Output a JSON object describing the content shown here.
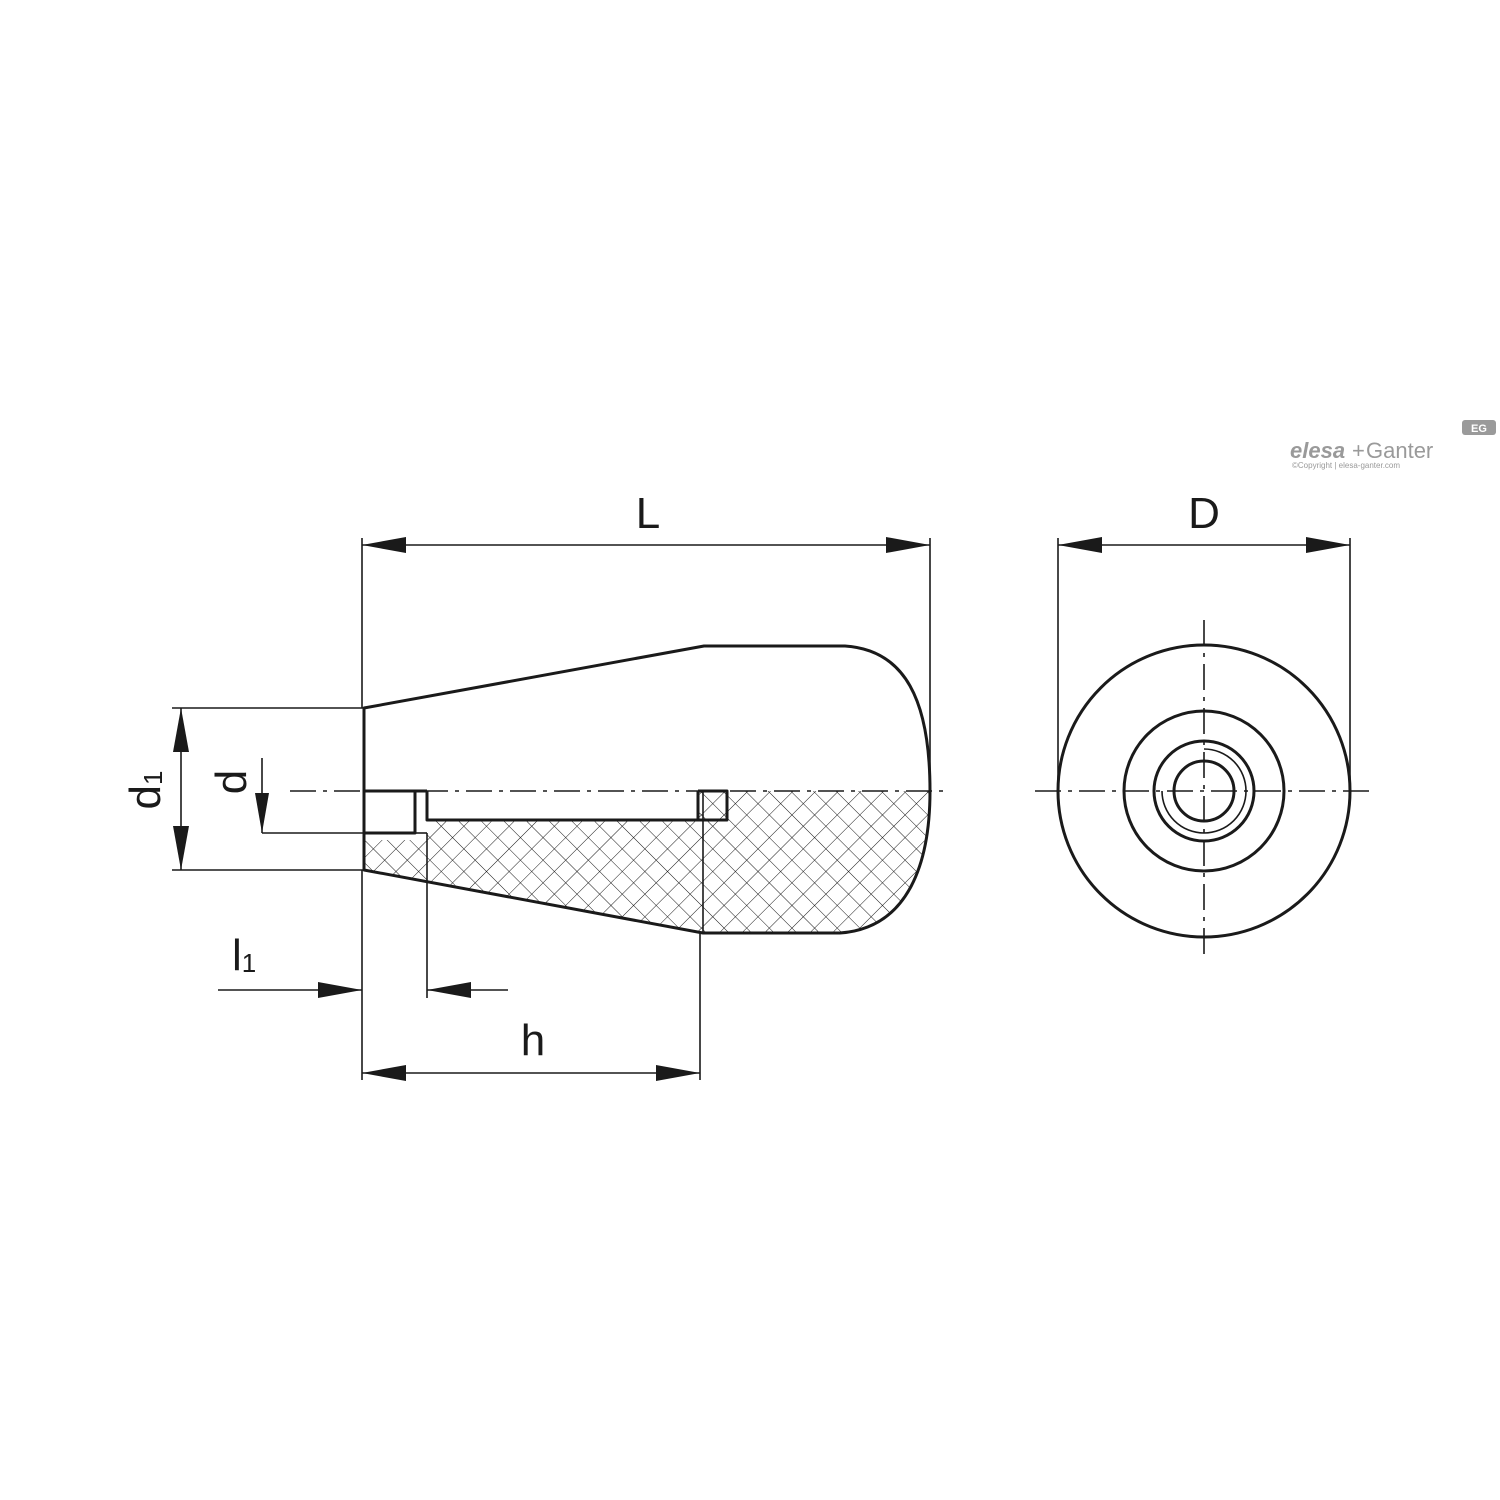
{
  "dimensions": {
    "L": "L",
    "D": "D",
    "d1_main": "d",
    "d1_sub": "1",
    "d": "d",
    "l1_main": "l",
    "l1_sub": "1",
    "h": "h"
  },
  "logo": {
    "brand": "elesa",
    "plus": "+",
    "name": "Ganter",
    "badge": "EG",
    "copyright": "©Copyright | elesa-ganter.com"
  },
  "colors": {
    "line": "#1a1a1a",
    "logo": "#9a9a9a"
  }
}
